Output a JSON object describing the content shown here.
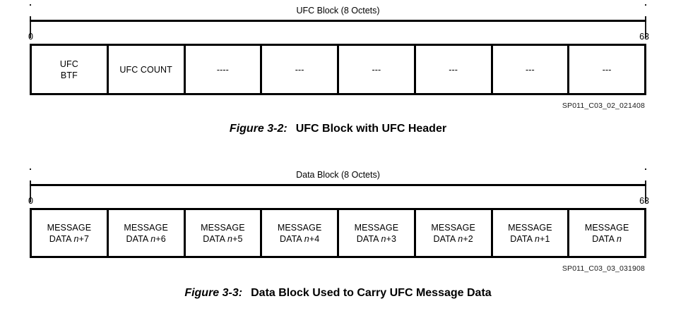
{
  "figures": [
    {
      "span": {
        "title": "UFC Block (8 Octets)",
        "start_label": "0",
        "end_label": "63"
      },
      "cells": [
        {
          "line1": "UFC",
          "line2": "BTF",
          "italic_suffix": ""
        },
        {
          "line1": "UFC COUNT",
          "line2": "",
          "italic_suffix": ""
        },
        {
          "line1": "----",
          "line2": "",
          "italic_suffix": ""
        },
        {
          "line1": "---",
          "line2": "",
          "italic_suffix": ""
        },
        {
          "line1": "---",
          "line2": "",
          "italic_suffix": ""
        },
        {
          "line1": "---",
          "line2": "",
          "italic_suffix": ""
        },
        {
          "line1": "---",
          "line2": "",
          "italic_suffix": ""
        },
        {
          "line1": "---",
          "line2": "",
          "italic_suffix": ""
        }
      ],
      "source_id": "SP011_C03_02_021408",
      "caption_number": "Figure 3-2:",
      "caption_title": "UFC Block with UFC Header"
    },
    {
      "span": {
        "title": "Data Block (8 Octets)",
        "start_label": "0",
        "end_label": "63"
      },
      "cells": [
        {
          "line1": "MESSAGE",
          "line2": "DATA ",
          "italic_part": "n",
          "plain_suffix": "+7"
        },
        {
          "line1": "MESSAGE",
          "line2": "DATA ",
          "italic_part": "n",
          "plain_suffix": "+6"
        },
        {
          "line1": "MESSAGE",
          "line2": "DATA ",
          "italic_part": "n",
          "plain_suffix": "+5"
        },
        {
          "line1": "MESSAGE",
          "line2": "DATA ",
          "italic_part": "n",
          "plain_suffix": "+4"
        },
        {
          "line1": "MESSAGE",
          "line2": "DATA ",
          "italic_part": "n",
          "plain_suffix": "+3"
        },
        {
          "line1": "MESSAGE",
          "line2": "DATA ",
          "italic_part": "n",
          "plain_suffix": "+2"
        },
        {
          "line1": "MESSAGE",
          "line2": "DATA ",
          "italic_part": "n",
          "plain_suffix": "+1"
        },
        {
          "line1": "MESSAGE",
          "line2": "DATA ",
          "italic_part": "n",
          "plain_suffix": ""
        }
      ],
      "source_id": "SP011_C03_03_031908",
      "caption_number": "Figure 3-3:",
      "caption_title": "Data Block Used to Carry UFC Message Data"
    }
  ]
}
